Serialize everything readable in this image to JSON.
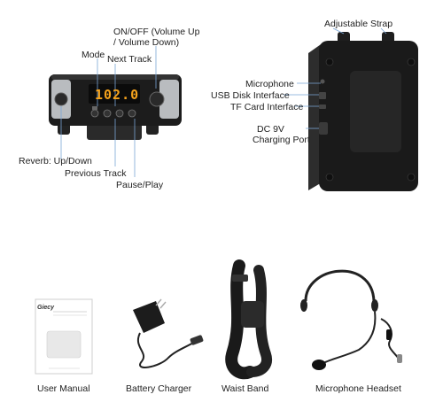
{
  "top_left": {
    "labels": {
      "power": "ON/OFF (Volume Up",
      "power2": "/ Volume Down)",
      "mode": "Mode",
      "next_track": "Next Track",
      "reverb": "Reverb: Up/Down",
      "previous_track": "Previous Track",
      "pause_play": "Pause/Play"
    },
    "display_value": "102.0"
  },
  "top_right": {
    "labels": {
      "strap": "Adjustable Strap",
      "microphone": "Microphone",
      "usb": "USB Disk Interface",
      "tf": "TF Card Interface",
      "dc": "DC 9V",
      "dc2": "Charging Port"
    }
  },
  "accessories": {
    "manual_brand": "Giecy",
    "items": [
      {
        "label": "User Manual"
      },
      {
        "label": "Battery Charger"
      },
      {
        "label": "Waist Band"
      },
      {
        "label": "Microphone Headset"
      }
    ]
  },
  "colors": {
    "display_digits": "#f5a21c",
    "device_body": "#1b1b1b",
    "silver_panel": "#b9bcbf"
  }
}
